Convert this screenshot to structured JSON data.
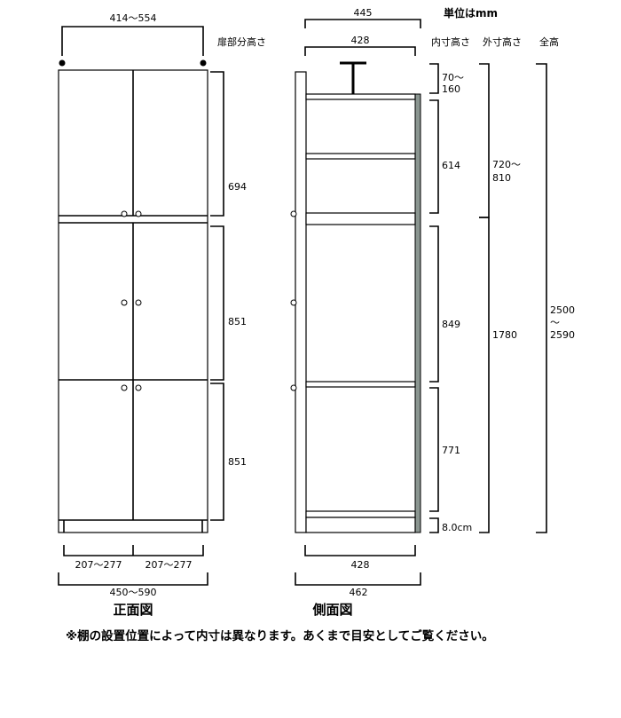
{
  "unit_label": "単位はmm",
  "headers": {
    "door_height": "扉部分高さ",
    "inner_height": "内寸高さ",
    "outer_height": "外寸高さ",
    "total_height": "全高"
  },
  "front": {
    "title": "正面図",
    "top_width": "414〜554",
    "door_heights": [
      "694",
      "851",
      "851"
    ],
    "door_widths": [
      "207〜277",
      "207〜277"
    ],
    "total_width": "450〜590"
  },
  "side": {
    "title": "側面図",
    "outer_depth_top": "445",
    "inner_depth_top": "428",
    "inner_heights": [
      "70〜\n160",
      "614",
      "849",
      "771",
      "8.0cm"
    ],
    "inner_top_a": "70〜",
    "inner_top_b": "160",
    "outer_upper_a": "720〜",
    "outer_upper_b": "810",
    "outer_lower": "1780",
    "total_a": "2500",
    "total_b": "〜",
    "total_c": "2590",
    "inner_depth_bottom": "428",
    "outer_depth_bottom": "462"
  },
  "note": "※棚の設置位置によって内寸は異なります。あくまで目安としてご覧ください。",
  "colors": {
    "back_panel": "#8a9590"
  }
}
